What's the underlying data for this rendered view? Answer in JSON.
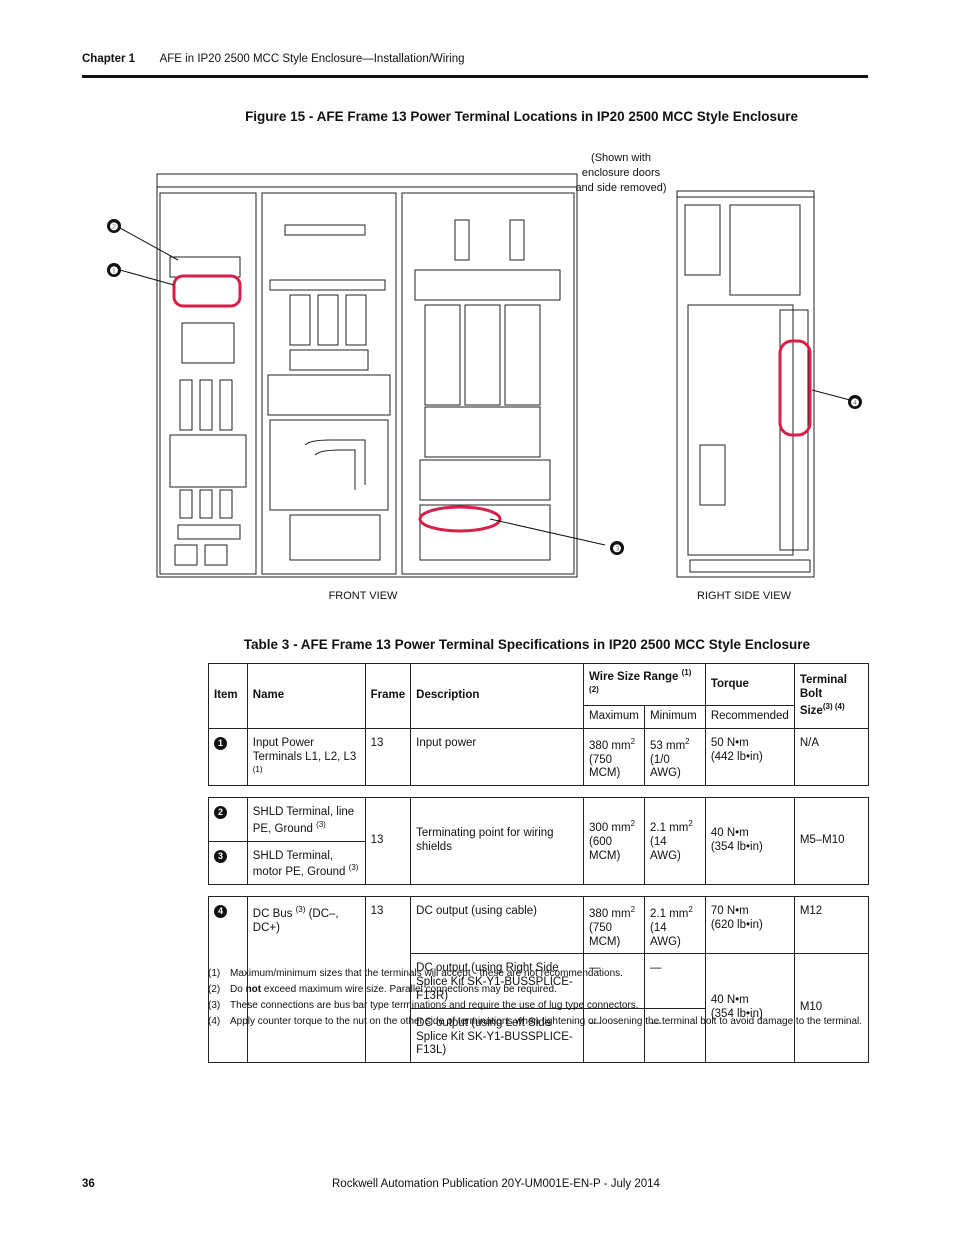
{
  "header": {
    "chapter": "Chapter 1",
    "title": "AFE in IP20 2500 MCC Style Enclosure—Installation/Wiring"
  },
  "figure": {
    "title": "Figure 15 - AFE Frame 13 Power Terminal Locations in IP20 2500 MCC Style Enclosure",
    "note_line1": "(Shown with",
    "note_line2": "enclosure doors",
    "note_line3": "and side removed)",
    "front_label": "FRONT VIEW",
    "side_label": "RIGHT SIDE VIEW",
    "callouts": [
      "❶",
      "❷",
      "❸",
      "❹"
    ]
  },
  "table": {
    "title": "Table 3 - AFE Frame 13 Power Terminal Specifications in IP20 2500 MCC Style Enclosure",
    "headers": {
      "item": "Item",
      "name": "Name",
      "frame": "Frame",
      "description": "Description",
      "wire_size": "Wire Size Range",
      "wire_size_fn": "(1) (2)",
      "torque": "Torque",
      "bolt_line1": "Terminal Bolt",
      "bolt_line2": "Size",
      "bolt_fn": "(3) (4)",
      "maximum": "Maximum",
      "minimum": "Minimum",
      "recommended": "Recommended"
    },
    "rows": [
      {
        "item": "1",
        "name": "Input Power Terminals L1, L2, L3",
        "name_fn": "(1)",
        "frame": "13",
        "description": "Input power",
        "max": "380 mm",
        "max_alt": "(750 MCM)",
        "min": "53 mm",
        "min_alt": "(1/0 AWG)",
        "torque": "50 N•m",
        "torque_alt": "(442 lb•in)",
        "bolt": "N/A"
      },
      {
        "item": "2",
        "name": "SHLD Terminal, line PE, Ground",
        "name_fn": "(3)"
      },
      {
        "item": "3",
        "name": "SHLD Terminal, motor PE, Ground",
        "name_fn": "(3)",
        "frame": "13",
        "description": "Terminating point for wiring shields",
        "max": "300 mm",
        "max_alt": "(600 MCM)",
        "min": "2.1 mm",
        "min_alt": "(14 AWG)",
        "torque": "40 N•m",
        "torque_alt": "(354 lb•in)",
        "bolt": "M5–M10"
      },
      {
        "item": "4",
        "name": "DC Bus",
        "name_fn": "(3)",
        "name_tail": "(DC–, DC+)",
        "frame": "13",
        "description": "DC output (using cable)",
        "max": "380 mm",
        "max_alt": "(750 MCM)",
        "min": "2.1 mm",
        "min_alt": "(14 AWG)",
        "torque": "70 N•m",
        "torque_alt": "(620 lb•in)",
        "bolt": "M12",
        "desc2": "DC output (using Right Side Splice Kit SK-Y1-BUSSPLICE-F13R)",
        "desc3": "DC output (using Left Side Splice Kit SK-Y1-BUSSPLICE-F13L)",
        "dash": "—",
        "torque2": "40 N•m",
        "torque2_alt": "(354 lb•in)",
        "bolt2": "M10"
      }
    ],
    "sq": "2"
  },
  "footnotes": [
    {
      "key": "(1)",
      "text": "Maximum/minimum sizes that the terminals will accept - these are not recommendations."
    },
    {
      "key": "(2)",
      "pre": "Do ",
      "bold": "not",
      "text": " exceed maximum wire size. Parallel connections may be required."
    },
    {
      "key": "(3)",
      "text": "These connections are bus bar type terminations and require the use of lug type connectors."
    },
    {
      "key": "(4)",
      "text": "Apply counter torque to the nut on the other side of terminations when tightening or loosening the terminal bolt to avoid damage to the terminal."
    }
  ],
  "footer": {
    "page": "36",
    "publication": "Rockwell Automation Publication 20Y-UM001E-EN-P - July 2014"
  }
}
